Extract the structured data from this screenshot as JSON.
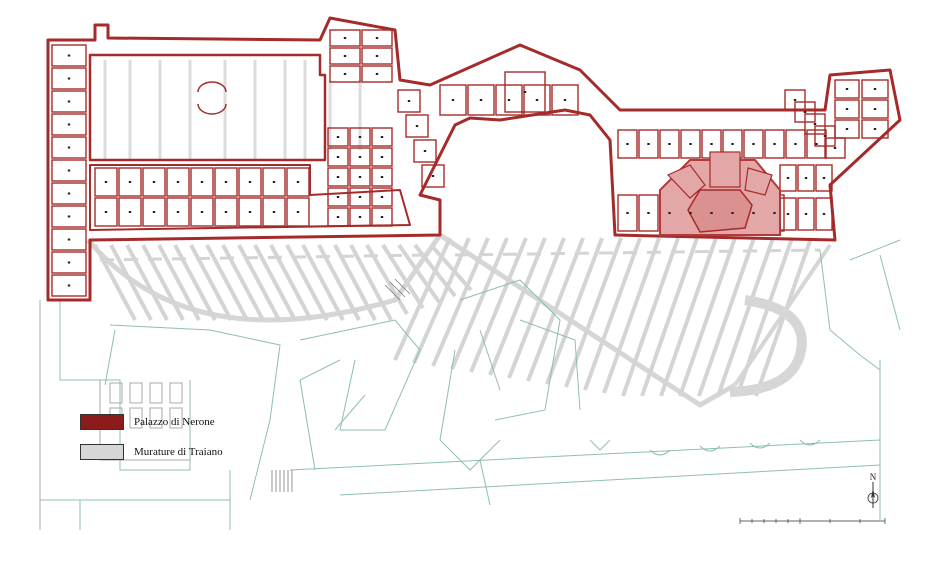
{
  "legend": {
    "items": [
      {
        "label": "Palazzo di Nerone",
        "color": "#8b1a1a"
      },
      {
        "label": "Murature di Traiano",
        "color": "#d6d6d6"
      }
    ]
  },
  "north_arrow": {
    "letter": "N"
  },
  "colors": {
    "nero_wall": "#a52a2a",
    "nero_fill": "#d98a8a",
    "traiano": "#d9d9d9",
    "modern_lines": "#7fb3a0",
    "outline": "#9a9a9a"
  }
}
